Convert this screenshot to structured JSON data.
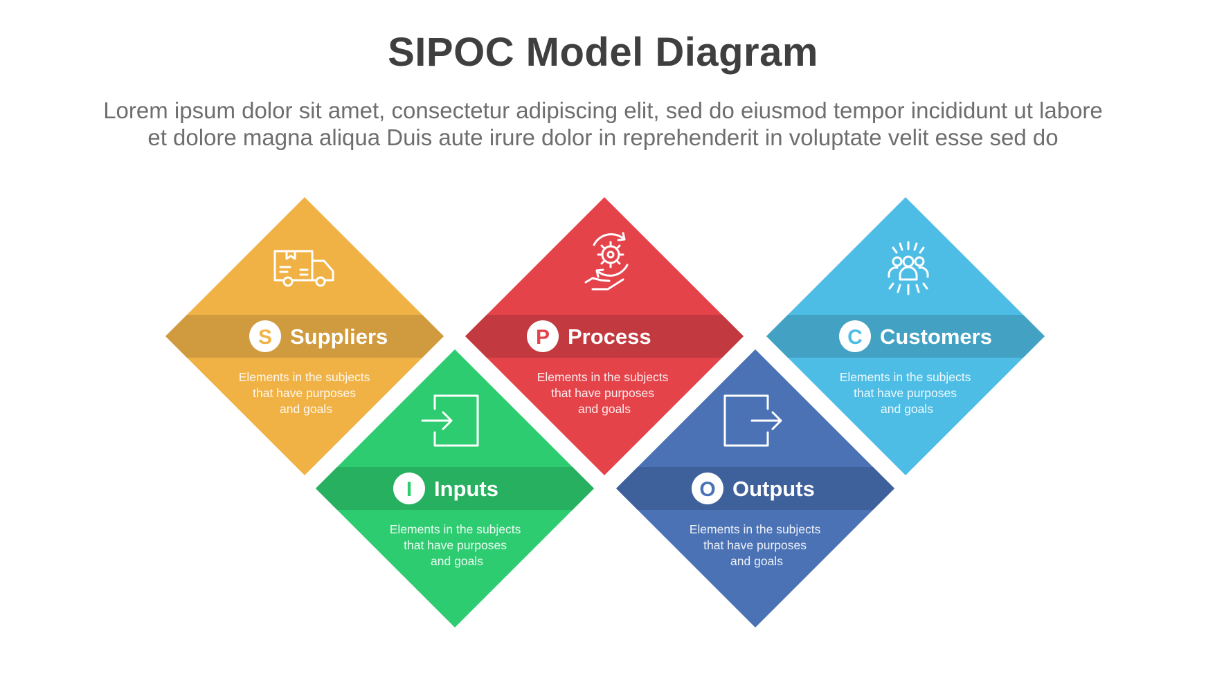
{
  "header": {
    "title": "SIPOC Model Diagram",
    "subtitle_line1": "Lorem ipsum dolor sit amet, consectetur adipiscing elit, sed do eiusmod tempor incididunt ut labore",
    "subtitle_line2": "et dolore magna aliqua Duis aute irure dolor in reprehenderit in voluptate velit esse sed do"
  },
  "steps": [
    {
      "key": "suppliers",
      "letter": "S",
      "label": "Suppliers",
      "icon": "delivery-truck-icon",
      "color": "#f0b245",
      "band_color": "#d09a3e",
      "desc_line1": "Elements in the subjects",
      "desc_line2": "that have purposes",
      "desc_line3": "and  goals"
    },
    {
      "key": "inputs",
      "letter": "I",
      "label": "Inputs",
      "icon": "sign-in-icon",
      "color": "#2ecc71",
      "band_color": "#27b060",
      "desc_line1": "Elements in the subjects",
      "desc_line2": "that have purposes",
      "desc_line3": "and  goals"
    },
    {
      "key": "process",
      "letter": "P",
      "label": "Process",
      "icon": "gear-cycle-hand-icon",
      "color": "#e4434a",
      "band_color": "#c2393f",
      "desc_line1": "Elements in the subjects",
      "desc_line2": "that have purposes",
      "desc_line3": "and  goals"
    },
    {
      "key": "outputs",
      "letter": "O",
      "label": "Outputs",
      "icon": "sign-out-icon",
      "color": "#4a72b5",
      "band_color": "#3f619b",
      "desc_line1": "Elements in the subjects",
      "desc_line2": "that have purposes",
      "desc_line3": "and  goals"
    },
    {
      "key": "customers",
      "letter": "C",
      "label": "Customers",
      "icon": "customer-group-icon",
      "color": "#4dbde5",
      "band_color": "#43a2c3",
      "desc_line1": "Elements in the subjects",
      "desc_line2": "that have purposes",
      "desc_line3": "and  goals"
    }
  ]
}
